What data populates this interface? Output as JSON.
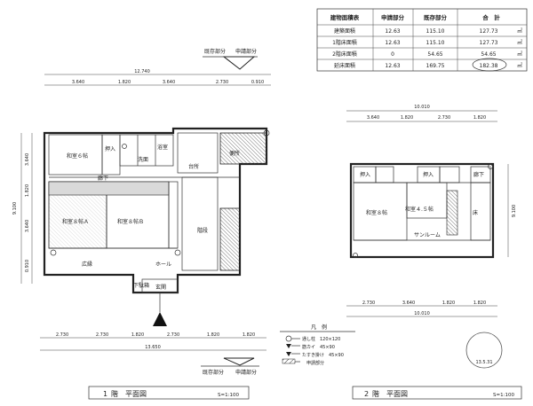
{
  "area_table": {
    "headers": [
      "建物面積表",
      "申請部分",
      "既存部分",
      "合　計"
    ],
    "rows": [
      {
        "label": "建築面積",
        "applied": "12.63",
        "existing": "115.10",
        "total": "127.73",
        "unit": "㎡"
      },
      {
        "label": "1階床面積",
        "applied": "12.63",
        "existing": "115.10",
        "total": "127.73",
        "unit": "㎡"
      },
      {
        "label": "2階床面積",
        "applied": "0",
        "existing": "54.65",
        "total": "54.65",
        "unit": "㎡"
      },
      {
        "label": "延床面積",
        "applied": "12.63",
        "existing": "169.75",
        "total": "182.38",
        "unit": "㎡"
      }
    ]
  },
  "legend_top": {
    "existing": "既存部分",
    "applied": "申請部分"
  },
  "legend_bottom": {
    "existing": "既存部分",
    "applied": "申請部分"
  },
  "floor1": {
    "rooms": {
      "washitsu6": "和室６帖",
      "washitsu8a": "和室８帖Ａ",
      "washitsu8b": "和室８帖Ｂ",
      "hiroen": "広縁",
      "hall": "ホール",
      "genkan": "玄関",
      "daidokoro": "台所",
      "oshiire": "押入",
      "rouka": "廊下",
      "yokushitsu": "浴室",
      "senmen": "洗面",
      "toilet": "便所",
      "kaidan": "階段",
      "getabako": "下駄箱"
    },
    "dims": {
      "total_top": "12.740",
      "total_bottom": "13.650",
      "top_segments": [
        "3.640",
        "1.820",
        "3.640",
        "2.730",
        "0.910"
      ],
      "bottom_segments": [
        "2.730",
        "2.730",
        "1.820",
        "2.730",
        "1.820",
        "1.820"
      ],
      "left_segments": [
        "3.640",
        "1.820",
        "3.640",
        "0.910"
      ],
      "left_total": "9.100"
    }
  },
  "floor2": {
    "rooms": {
      "washitsu8": "和室８帖",
      "washitsu45": "和室４.５帖",
      "sunroom": "サンルーム",
      "oshiire": "押入",
      "rouka": "廊下",
      "toko": "床"
    },
    "dims": {
      "total_top": "10.010",
      "total_bottom": "10.010",
      "top_segments": [
        "3.640",
        "1.820",
        "2.730",
        "1.820"
      ],
      "bottom_segments": [
        "2.730",
        "3.640",
        "1.820",
        "1.820"
      ],
      "right_total": "9.100"
    }
  },
  "legend_box": {
    "title": "凡　例",
    "items": [
      {
        "symbol": "circle",
        "label": "通し柱　120×120"
      },
      {
        "symbol": "triangle",
        "label": "筋カイ　45×90"
      },
      {
        "symbol": "triangle-double",
        "label": "たすき掛け　45×90"
      },
      {
        "symbol": "hatch",
        "label": "申請部分"
      }
    ]
  },
  "titles": [
    {
      "num": "1",
      "name": "階　平面図",
      "scale": "S=1:100"
    },
    {
      "num": "2",
      "name": "階　平面図",
      "scale": "S=1:100"
    }
  ],
  "stamp": {
    "text": "13.5.31"
  }
}
